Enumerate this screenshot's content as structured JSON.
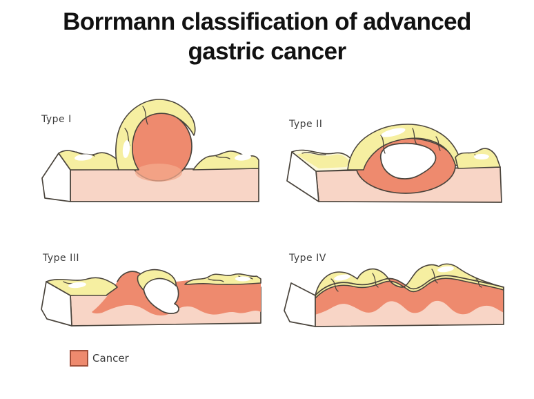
{
  "title": {
    "line1": "Borrmann classification of advanced",
    "line2": "gastric cancer"
  },
  "panels": [
    {
      "label": "Type I"
    },
    {
      "label": "Type II"
    },
    {
      "label": "Type III"
    },
    {
      "label": "Type IV"
    }
  ],
  "legend": {
    "label": "Cancer",
    "swatch_color": "#ee8a6e"
  },
  "colors": {
    "background": "#ffffff",
    "title_text": "#111111",
    "label_text": "#3b3b3b",
    "cancer": "#ee8a6e",
    "cancer_fade": "#f4a98e",
    "mucosa": "#f6efa1",
    "mucosa_light": "#fcf9dd",
    "tissue": "#f8d5c6",
    "outline": "#4a443c",
    "legend_border": "#a04f3a",
    "highlight": "#ffffff"
  }
}
